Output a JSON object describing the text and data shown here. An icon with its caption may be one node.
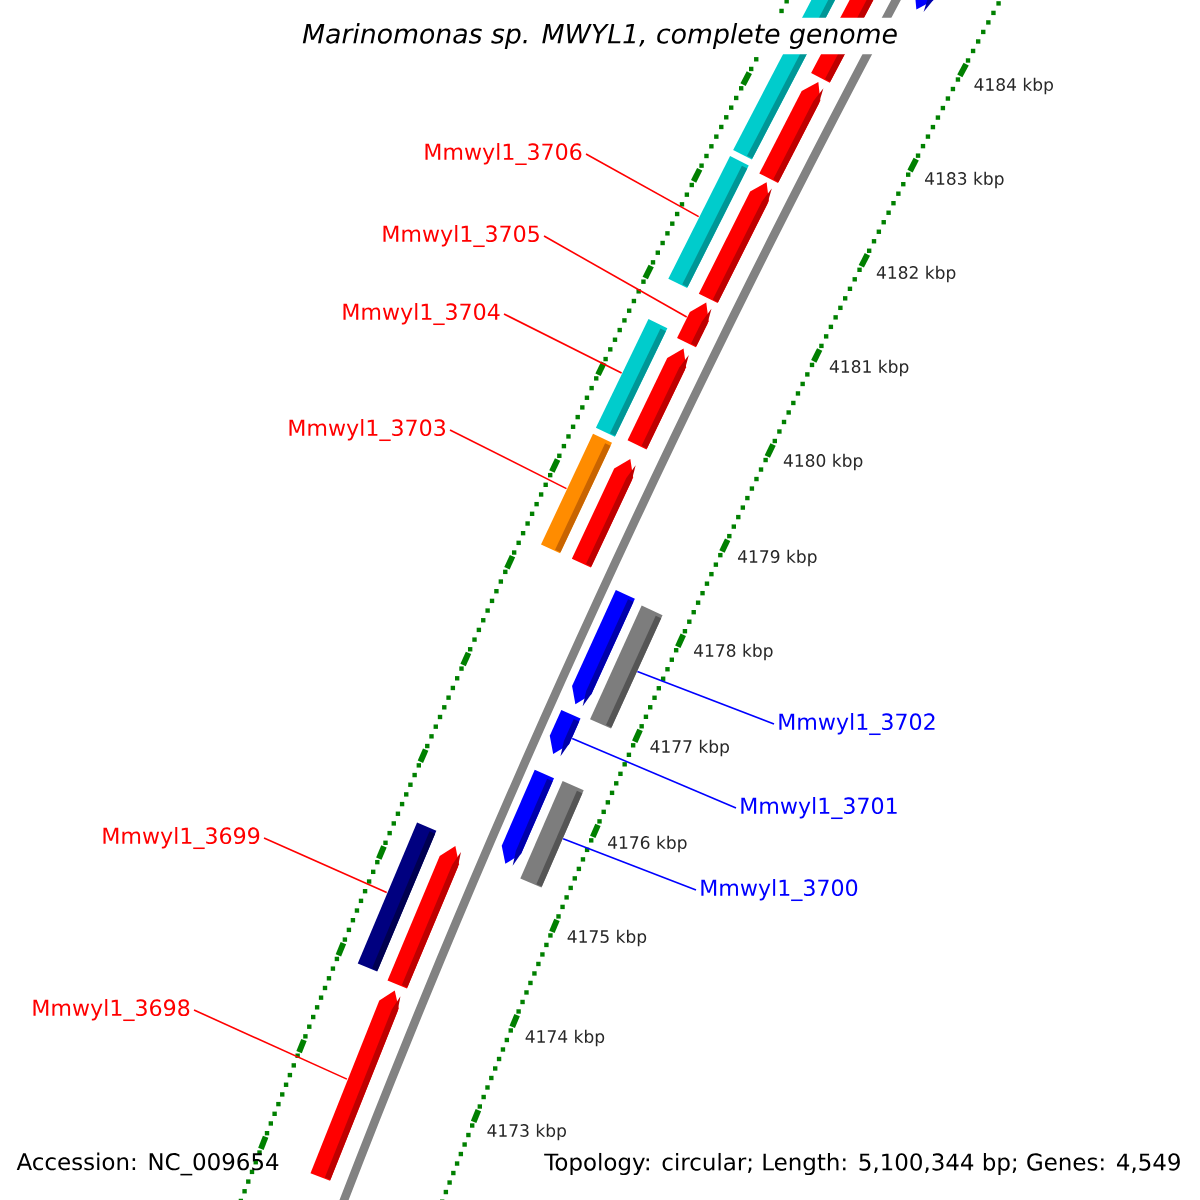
{
  "diagram": {
    "title": "Marinomonas sp. MWYL1, complete genome",
    "nodes": [
      {
        "text": [
          "Mmwyl1_3706"
        ]
      },
      {
        "text": [
          "Mmwyl1_3705"
        ]
      },
      {
        "text": [
          "Mmwyl1_3704"
        ]
      },
      {
        "text": [
          "Mmwyl1_3703"
        ]
      },
      {
        "text": [
          "Mmwyl1_3702"
        ]
      },
      {
        "text": [
          "Mmwyl1_3701"
        ]
      },
      {
        "text": [
          "Mmwyl1_3699"
        ]
      },
      {
        "text": [
          "Mmwyl1_3700"
        ]
      },
      {
        "text": [
          "Mmwyl1_3698"
        ]
      },
      {
        "text": [],
        "shape": "pentagon"
      },
      {
        "text": [],
        "shape": "bar"
      },
      {
        "text": [],
        "shape": "pentagon"
      },
      {
        "text": [],
        "shape": "bar"
      },
      {
        "text": [],
        "shape": "bar"
      },
      {
        "text": [],
        "shape": "bar"
      },
      {
        "text": [],
        "shape": "pentagon"
      },
      {
        "text": [],
        "shape": "bar"
      },
      {
        "text": [],
        "shape": "bar"
      },
      {
        "text": [],
        "shape": "pentagon"
      }
    ],
    "edges": [
      {
        "from": 0,
        "to": 10,
        "arrow": "none"
      },
      {
        "from": 1,
        "to": 11,
        "arrow": "none"
      },
      {
        "from": 2,
        "to": 12,
        "arrow": "none"
      },
      {
        "from": 3,
        "to": 13,
        "arrow": "none"
      },
      {
        "from": 4,
        "to": 14,
        "arrow": "none",
        "color": "#0000ff"
      },
      {
        "from": 5,
        "to": 15,
        "arrow": "none",
        "color": "#0000ff"
      },
      {
        "from": 6,
        "to": 17,
        "arrow": "none"
      },
      {
        "from": 7,
        "to": 16,
        "arrow": "none",
        "color": "#0000ff"
      },
      {
        "from": 8,
        "to": 18,
        "arrow": "none"
      }
    ],
    "labels": [
      "4184 kbp",
      "4183 kbp",
      "4182 kbp",
      "4181 kbp",
      "4180 kbp",
      "4179 kbp",
      "4178 kbp",
      "4177 kbp",
      "4176 kbp",
      "4175 kbp",
      "4174 kbp",
      "4173 kbp",
      "Accession: NC_009654",
      "Topology: circular; Length: 5,100,344 bp; Genes: 4,549"
    ]
  }
}
